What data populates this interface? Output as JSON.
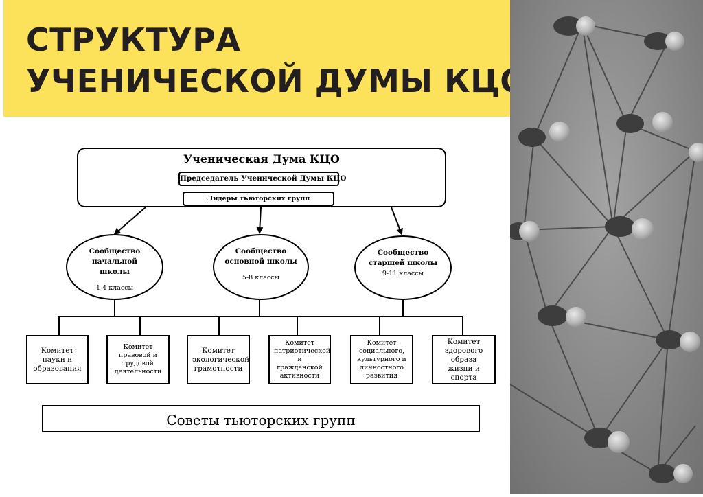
{
  "title": {
    "line1": "СТРУКТУРА",
    "line2": "УЧЕНИЧЕСКОЙ ДУМЫ КЦО"
  },
  "colors": {
    "header_band": "#fce15a",
    "title_text": "#231f20",
    "line": "#000000"
  },
  "diagram": {
    "duma": {
      "title": "Ученическая Дума КЦО",
      "chair": "Председатель Ученической Думы  КЦО",
      "leaders": "Лидеры тьюторских групп"
    },
    "communities": [
      {
        "name": "Сообщество начальной школы",
        "grades": "1-4 классы"
      },
      {
        "name": "Сообщество основной школы",
        "grades": "5-8 классы"
      },
      {
        "name": "Сообщество старшей школы",
        "grades": "9-11 классы"
      }
    ],
    "committees": [
      "Комитет науки и образования",
      "Комитет правовой и трудовой деятельности",
      "Комитет экологической грамотности",
      "Комитет патриотической и гражданской активности",
      "Комитет социального, культурного и личностного развития",
      "Комитет здорового образа жизни и спорта"
    ],
    "councils": "Советы тьюторских групп"
  },
  "photo": {
    "icon": "pushpins-network-photo"
  }
}
